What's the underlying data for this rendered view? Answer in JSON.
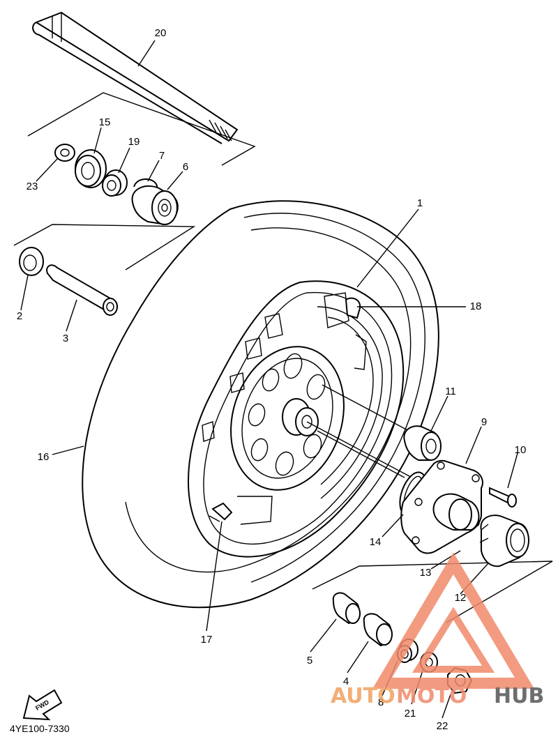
{
  "diagram": {
    "part_numbers": [
      "1",
      "2",
      "3",
      "4",
      "5",
      "6",
      "7",
      "8",
      "9",
      "10",
      "11",
      "12",
      "13",
      "14",
      "15",
      "16",
      "17",
      "18",
      "19",
      "20",
      "21",
      "22",
      "23"
    ],
    "drawing_code": "4YE100-7330",
    "fwd_label": "FWD"
  },
  "watermark": {
    "text_part1": "AUTO",
    "text_part2": "MOTO",
    "text_part3": "HUB",
    "color_primary": "#f08a6a",
    "color_secondary": "#555555"
  }
}
